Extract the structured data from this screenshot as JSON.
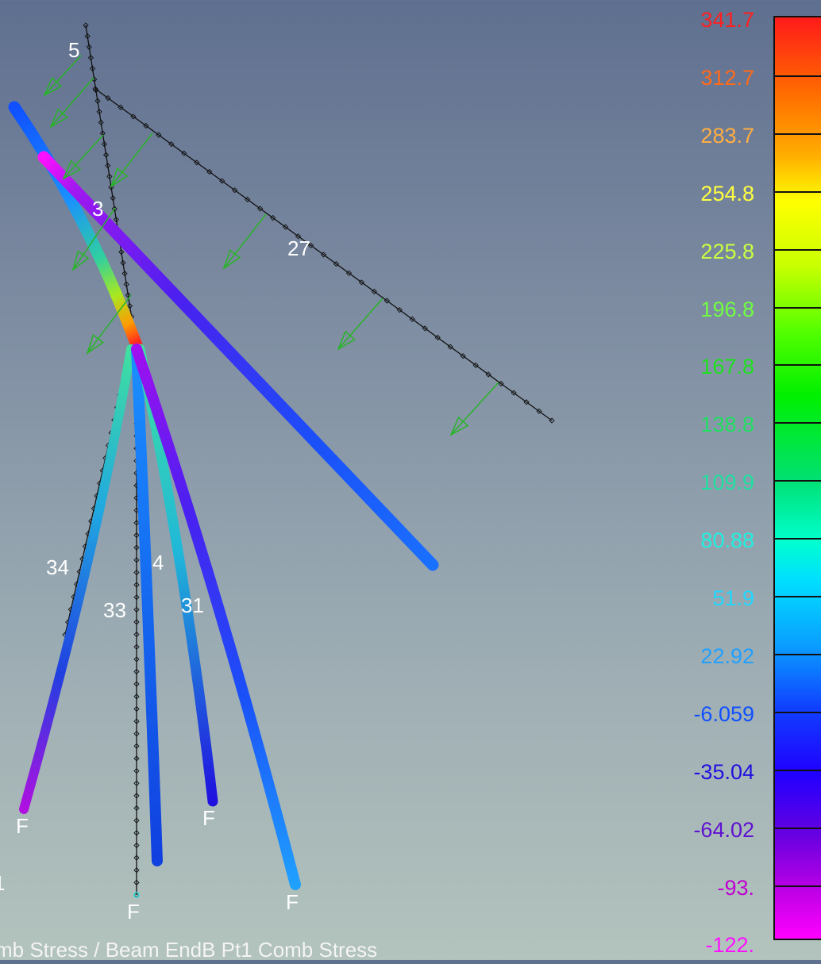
{
  "legend": {
    "values": [
      {
        "label": "341.7",
        "color": "#ff2020"
      },
      {
        "label": "312.7",
        "color": "#ff6a1a"
      },
      {
        "label": "283.7",
        "color": "#ffae40"
      },
      {
        "label": "254.8",
        "color": "#ffff40"
      },
      {
        "label": "225.8",
        "color": "#c8ff40"
      },
      {
        "label": "196.8",
        "color": "#70ff40"
      },
      {
        "label": "167.8",
        "color": "#20e020"
      },
      {
        "label": "138.8",
        "color": "#20e060"
      },
      {
        "label": "109.9",
        "color": "#20e0a0"
      },
      {
        "label": "80.88",
        "color": "#20f0e0"
      },
      {
        "label": "51.9",
        "color": "#20d8ff"
      },
      {
        "label": "22.92",
        "color": "#20a0ff"
      },
      {
        "label": "-6.059",
        "color": "#1050ff"
      },
      {
        "label": "-35.04",
        "color": "#2010e0"
      },
      {
        "label": "-64.02",
        "color": "#6010d0"
      },
      {
        "label": "-93.",
        "color": "#c000d0"
      },
      {
        "label": "-122.",
        "color": "#ff10ff"
      }
    ]
  },
  "labels": {
    "node_5": "5",
    "node_27": "27",
    "node_3": "3",
    "node_34": "34",
    "node_33": "33",
    "node_31": "31",
    "node_4": "4",
    "support_1": "F",
    "support_2": "F",
    "support_3": "F",
    "support_4": "F",
    "edge_1": "1"
  },
  "caption": "mb Stress / Beam EndB Pt1 Comb Stress"
}
